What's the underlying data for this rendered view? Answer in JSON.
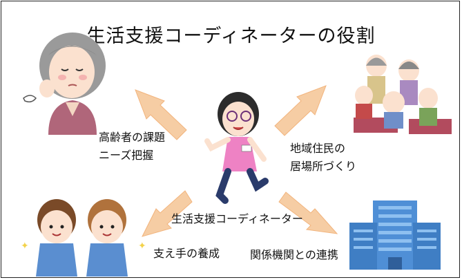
{
  "title": "生活支援コーディネーターの役割",
  "center_label": "生活支援コーディネーター",
  "roles": {
    "top_left": [
      "高齢者の課題",
      "ニーズ把握"
    ],
    "top_right": [
      "地域住民の",
      "居場所づくり"
    ],
    "bottom_left": "支え手の養成",
    "bottom_right": "関係機関との連携"
  },
  "colors": {
    "arrow": "#f6cda4",
    "arrow_edge": "#f2b47d",
    "coordinator_shirt": "#ee82c4",
    "building": "#4f8fd6"
  }
}
